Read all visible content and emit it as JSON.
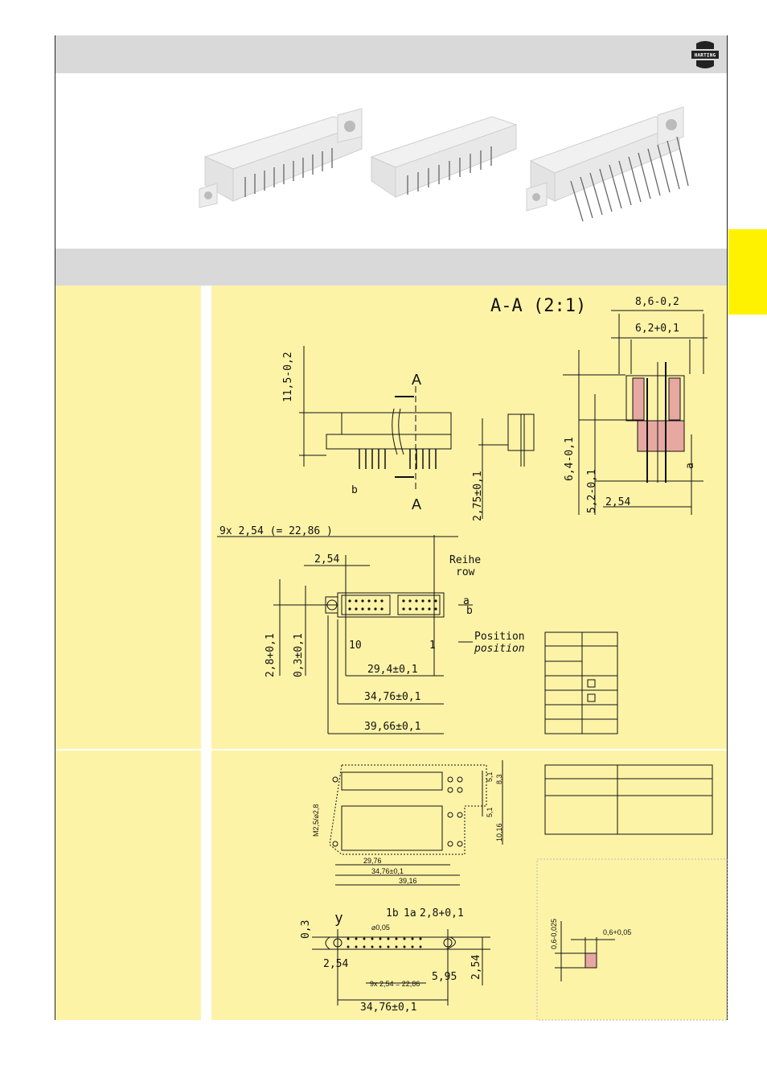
{
  "brand": {
    "name": "HARTING"
  },
  "colors": {
    "band": "#d9d9d9",
    "cell": "#fdf3a7",
    "tab": "#fff200"
  },
  "drawings": {
    "section": {
      "title": "A-A (2:1)",
      "dims": {
        "w_outer": "8,6-0,2",
        "w_inner": "6,2+0,1",
        "h_body": "6,4-0,1",
        "h_pin": "5,2-0,1",
        "pitch": "2,54",
        "a": "a"
      }
    },
    "front": {
      "height": "11,5-0,2",
      "label_a_top": "A",
      "label_a_bottom": "A",
      "label_b": "b"
    },
    "side": {
      "pin_len": "2,75±0,1"
    },
    "top": {
      "pitch_total": "9x 2,54 (= 22,86 )",
      "pitch": "2,54",
      "row_de": "Reihe",
      "row_en": "row",
      "row_a": "a",
      "row_b": "b",
      "pos_10": "10",
      "pos_1": "1",
      "position_de": "Position",
      "position_en": "position",
      "dim_29": "29,4±0,1",
      "dim_34": "34,76±0,1",
      "dim_39": "39,66±0,1",
      "dim_28": "2,8+0,1",
      "dim_03": "0,3±0,1"
    },
    "cutout": {
      "hole": "M2,5/⌀2,8",
      "d_29": "29,76",
      "d_34": "34,76±0,1",
      "d_39": "39,16",
      "v_51a": "5,1",
      "v_83": "8,3",
      "v_51b": "5,1",
      "v_1016": "10,16"
    },
    "pcb": {
      "v_03": "0,3",
      "y": "y",
      "lab_1b": "1b",
      "lab_1a": "1a",
      "dim_28": "2,8+0,1",
      "tol_pos": "⌀0,05",
      "dim_254": "2,54",
      "dim_9x": "9x 2,54 = 22,86",
      "dim_595": "5,95",
      "dim_254v": "2,54",
      "dim_3476": "34,76±0,1"
    },
    "pinsection": {
      "v": "0,6-0,025",
      "h": "0,6+0,05"
    }
  }
}
